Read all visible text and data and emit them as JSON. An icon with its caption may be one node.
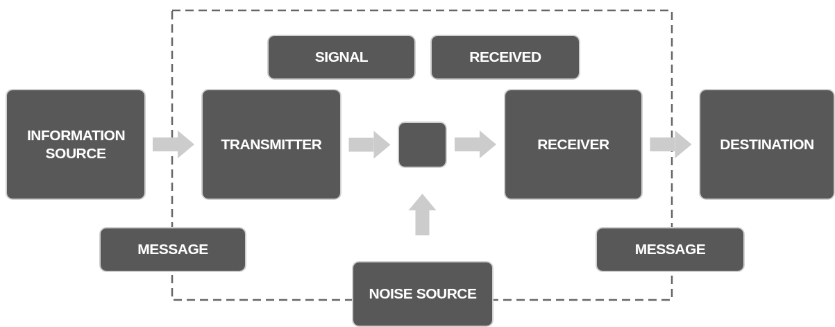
{
  "diagram": {
    "nodes": [
      {
        "text": [
          "INFORMATION SOURCE"
        ]
      },
      {
        "text": [
          "TRANSMITTER"
        ]
      },
      {
        "text": [],
        "shape": "box"
      },
      {
        "text": [
          "RECEIVER"
        ]
      },
      {
        "text": [
          "DESTINATION"
        ]
      },
      {
        "text": [
          "SIGNAL"
        ]
      },
      {
        "text": [
          "RECEIVED"
        ]
      },
      {
        "text": [
          "MESSAGE"
        ]
      },
      {
        "text": [
          "MESSAGE"
        ]
      },
      {
        "text": [
          "NOISE SOURCE"
        ]
      }
    ],
    "edges": [
      {
        "from": 0,
        "to": 1,
        "arrow": "to"
      },
      {
        "from": 1,
        "to": 2,
        "arrow": "to"
      },
      {
        "from": 2,
        "to": 3,
        "arrow": "to"
      },
      {
        "from": 3,
        "to": 4,
        "arrow": "to"
      },
      {
        "from": 9,
        "to": 2,
        "arrow": "to"
      }
    ]
  }
}
